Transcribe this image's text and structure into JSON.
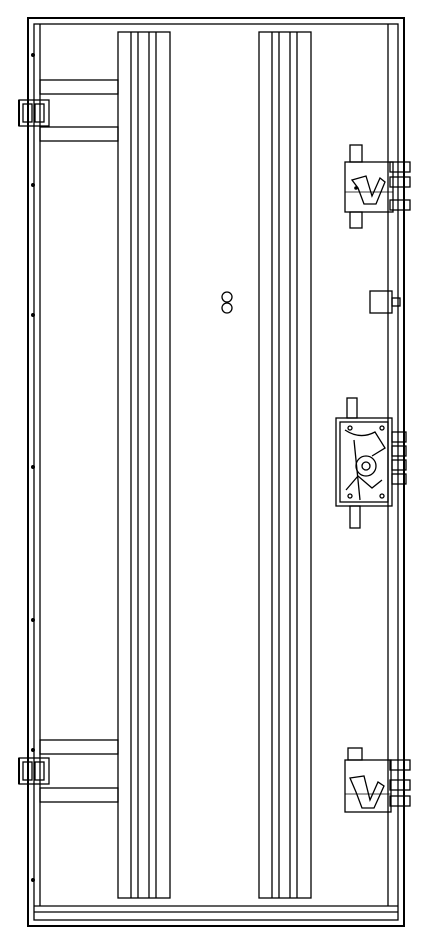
{
  "drawing": {
    "ink_color": "#000000",
    "paper_color": "#ffffff",
    "components": [
      {
        "id": "door-frame",
        "icon": "frame-outline"
      },
      {
        "id": "left-rail",
        "icon": "vertical-rail"
      },
      {
        "id": "right-rail",
        "icon": "vertical-rail"
      },
      {
        "id": "hinge-top",
        "icon": "hinge-icon"
      },
      {
        "id": "hinge-bottom",
        "icon": "hinge-icon"
      },
      {
        "id": "latch-top",
        "icon": "latch-icon"
      },
      {
        "id": "lock-center",
        "icon": "lock-icon"
      },
      {
        "id": "latch-bottom",
        "icon": "latch-icon"
      },
      {
        "id": "handle-stub",
        "icon": "handle-icon"
      },
      {
        "id": "peephole",
        "icon": "peephole-icon"
      }
    ]
  }
}
